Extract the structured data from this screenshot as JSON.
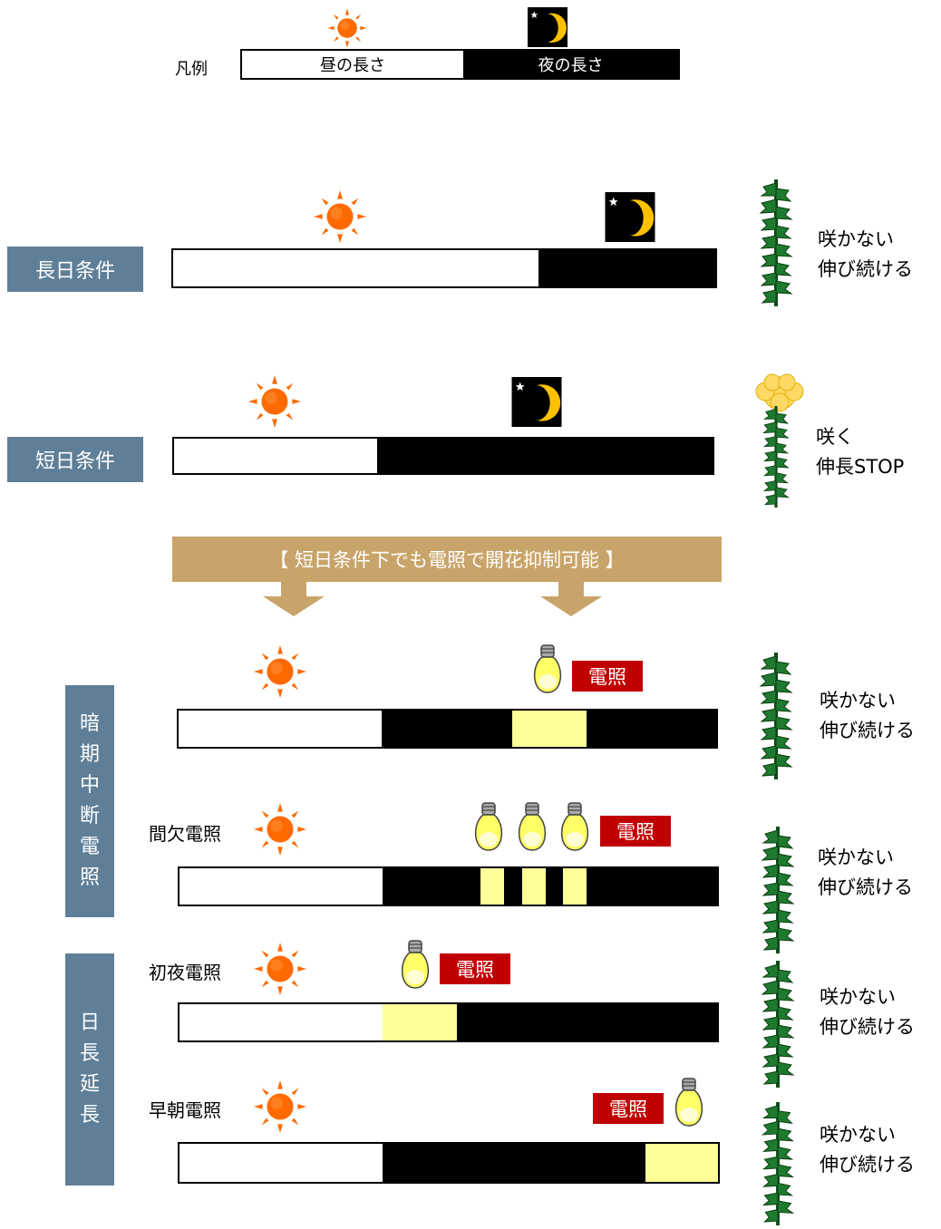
{
  "legend": {
    "title": "凡例",
    "day": "昼の長さ",
    "night": "夜の長さ"
  },
  "conditions": {
    "long_day": {
      "label": "長日条件",
      "result_line1": "咲かない",
      "result_line2": "伸び続ける"
    },
    "short_day": {
      "label": "短日条件",
      "result_line1": "咲く",
      "result_line2": "伸長STOP"
    }
  },
  "banner": "【 短日条件下でも電照で開花抑制可能 】",
  "groups": {
    "night_break": [
      "暗",
      "期",
      "中",
      "断",
      "電",
      "照"
    ],
    "day_extension": [
      "日",
      "長",
      "延",
      "長"
    ]
  },
  "methods": {
    "night_break": {
      "tag": "電照",
      "result_line1": "咲かない",
      "result_line2": "伸び続ける"
    },
    "intermittent": {
      "name": "間欠電照",
      "tag": "電照",
      "result_line1": "咲かない",
      "result_line2": "伸び続ける"
    },
    "early_night": {
      "name": "初夜電照",
      "tag": "電照",
      "result_line1": "咲かない",
      "result_line2": "伸び続ける"
    },
    "early_morning": {
      "name": "早朝電照",
      "tag": "電照",
      "result_line1": "咲かない",
      "result_line2": "伸び続ける"
    }
  },
  "colors": {
    "label_box": "#5f7f98",
    "banner": "#c9a46a",
    "tag": "#c00000",
    "light": "#ffff99",
    "sun": "#ff6600",
    "moon": "#ffc000",
    "leaf": "#1e7a2e",
    "flower": "#ffd966"
  }
}
